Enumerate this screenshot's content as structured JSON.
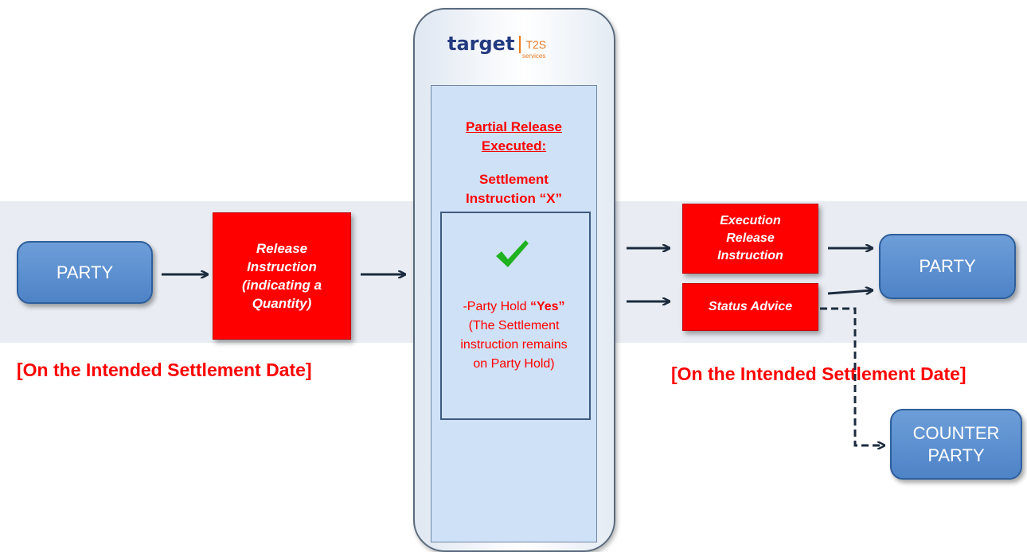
{
  "left_party": "PARTY",
  "release_instruction": [
    "Release",
    "Instruction",
    "(indicating a",
    "Quantity)"
  ],
  "left_caption": "[On the Intended Settlement Date]",
  "logo": {
    "word": "target",
    "sub": "services",
    "t2s": "T2S"
  },
  "partial_release": [
    "Partial Release",
    "Executed:"
  ],
  "settlement_instruction": [
    "Settlement",
    "Instruction “X”"
  ],
  "checkmark_icon": "check-icon",
  "party_hold": {
    "prefix": "-Party Hold ",
    "value": "“Yes”"
  },
  "party_hold_note": [
    "(The Settlement",
    "instruction remains",
    "on Party Hold)"
  ],
  "execution_release": [
    "Execution",
    "Release",
    "Instruction"
  ],
  "status_advice": "Status Advice",
  "right_party": "PARTY",
  "counter_party": [
    "COUNTER",
    "PARTY"
  ],
  "right_caption": "[On the Intended Settlement Date]",
  "colors": {
    "red": "#ff0000",
    "party_blue": "#5b8fd0",
    "arrow": "#1c2b3d"
  }
}
